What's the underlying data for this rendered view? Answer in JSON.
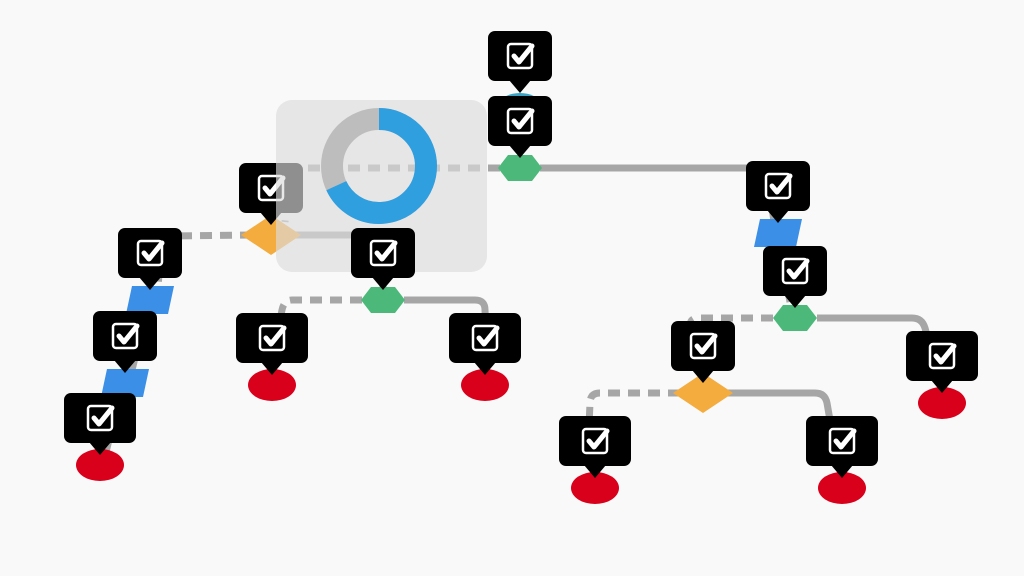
{
  "colors": {
    "background": "#f9f9f9",
    "edge": "#a6a6a6",
    "badge": "#000000",
    "check": "#ffffff",
    "panel": "#dcdcdc",
    "donut_value": "#2f9fe0",
    "donut_rest": "#bdbdbd"
  },
  "donut": {
    "value_fraction": 0.68
  },
  "nodes": [
    {
      "id": "n1",
      "shape": "ellipse",
      "color": "#3aa3c4",
      "icon": "checkbox-icon"
    },
    {
      "id": "n2",
      "shape": "hexagon",
      "color": "#4cb97a",
      "icon": "checkbox-icon"
    },
    {
      "id": "n3",
      "shape": "diamond",
      "color": "#f4ac3f",
      "icon": "checkbox-icon"
    },
    {
      "id": "n4",
      "shape": "parallelogram",
      "color": "#3b8fe6",
      "icon": "checkbox-icon"
    },
    {
      "id": "n5",
      "shape": "parallelogram",
      "color": "#3b8fe6",
      "icon": "checkbox-icon"
    },
    {
      "id": "n6",
      "shape": "ellipse",
      "color": "#d8001b",
      "icon": "checkbox-icon"
    },
    {
      "id": "n7",
      "shape": "hexagon",
      "color": "#4cb97a",
      "icon": "checkbox-icon"
    },
    {
      "id": "n8",
      "shape": "ellipse",
      "color": "#d8001b",
      "icon": "checkbox-icon"
    },
    {
      "id": "n9",
      "shape": "ellipse",
      "color": "#d8001b",
      "icon": "checkbox-icon"
    },
    {
      "id": "n10",
      "shape": "parallelogram",
      "color": "#3b8fe6",
      "icon": "checkbox-icon"
    },
    {
      "id": "n11",
      "shape": "hexagon",
      "color": "#4cb97a",
      "icon": "checkbox-icon"
    },
    {
      "id": "n12",
      "shape": "diamond",
      "color": "#f4ac3f",
      "icon": "checkbox-icon"
    },
    {
      "id": "n13",
      "shape": "ellipse",
      "color": "#d8001b",
      "icon": "checkbox-icon"
    },
    {
      "id": "n14",
      "shape": "ellipse",
      "color": "#d8001b",
      "icon": "checkbox-icon"
    },
    {
      "id": "n15",
      "shape": "ellipse",
      "color": "#d8001b",
      "icon": "checkbox-icon"
    }
  ],
  "edges": [
    {
      "from": "n1",
      "to": "n2",
      "style": "none"
    },
    {
      "from": "n2",
      "to": "n3",
      "style": "dashed"
    },
    {
      "from": "n2",
      "to": "n10",
      "style": "solid"
    },
    {
      "from": "n3",
      "to": "n4",
      "style": "dashed"
    },
    {
      "from": "n3",
      "to": "n7",
      "style": "solid"
    },
    {
      "from": "n4",
      "to": "n5",
      "style": "solid"
    },
    {
      "from": "n5",
      "to": "n6",
      "style": "solid"
    },
    {
      "from": "n7",
      "to": "n8",
      "style": "dashed"
    },
    {
      "from": "n7",
      "to": "n9",
      "style": "solid"
    },
    {
      "from": "n10",
      "to": "n11",
      "style": "solid"
    },
    {
      "from": "n11",
      "to": "n12",
      "style": "dashed"
    },
    {
      "from": "n11",
      "to": "n13",
      "style": "solid"
    },
    {
      "from": "n12",
      "to": "n14",
      "style": "dashed"
    },
    {
      "from": "n12",
      "to": "n15",
      "style": "solid"
    }
  ]
}
